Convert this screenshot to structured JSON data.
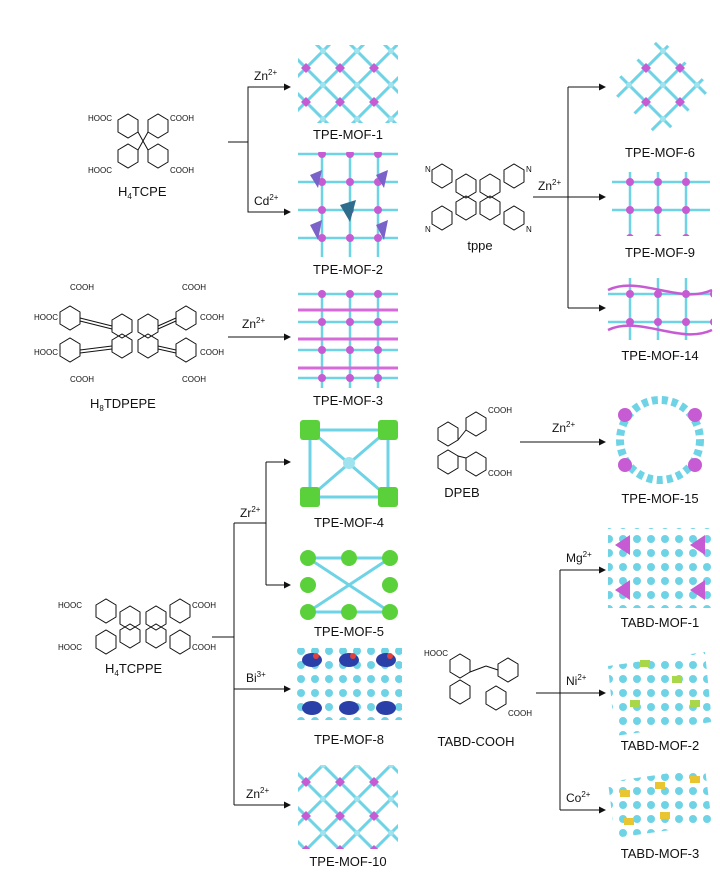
{
  "ligands": {
    "h4tcpe": {
      "name": "H",
      "sub": "4",
      "rest": "TCPE",
      "groups": [
        "HOOC",
        "COOH",
        "HOOC",
        "COOH"
      ]
    },
    "h8tdpepe": {
      "name": "H",
      "sub": "8",
      "rest": "TDPEPE",
      "groups": [
        "COOH",
        "COOH",
        "HOOC",
        "COOH",
        "HOOC",
        "COOH",
        "COOH",
        "COOH"
      ]
    },
    "h4tcppe": {
      "name": "H",
      "sub": "4",
      "rest": "TCPPE",
      "groups": [
        "HOOC",
        "COOH",
        "HOOC",
        "COOH"
      ]
    },
    "tppe": {
      "name": "tppe",
      "atoms": [
        "N",
        "N",
        "N",
        "N"
      ]
    },
    "dpeb": {
      "name": "DPEB",
      "groups": [
        "COOH",
        "COOH"
      ]
    },
    "tabd": {
      "name": "TABD-COOH",
      "groups": [
        "HOOC",
        "COOH"
      ]
    }
  },
  "ions": {
    "zn": {
      "sym": "Zn",
      "charge": "2+"
    },
    "cd": {
      "sym": "Cd",
      "charge": "2+"
    },
    "zr": {
      "sym": "Zr",
      "charge": "2+"
    },
    "bi": {
      "sym": "Bi",
      "charge": "3+"
    },
    "mg": {
      "sym": "Mg",
      "charge": "2+"
    },
    "ni": {
      "sym": "Ni",
      "charge": "2+"
    },
    "co": {
      "sym": "Co",
      "charge": "2+"
    }
  },
  "mofs": {
    "m1": "TPE-MOF-1",
    "m2": "TPE-MOF-2",
    "m3": "TPE-MOF-3",
    "m4": "TPE-MOF-4",
    "m5": "TPE-MOF-5",
    "m8": "TPE-MOF-8",
    "m10": "TPE-MOF-10",
    "m6": "TPE-MOF-6",
    "m9": "TPE-MOF-9",
    "m14": "TPE-MOF-14",
    "m15": "TPE-MOF-15",
    "t1": "TABD-MOF-1",
    "t2": "TABD-MOF-2",
    "t3": "TABD-MOF-3"
  },
  "colors": {
    "linker": "#6fd3e6",
    "zn_node": "#c75bd3",
    "zr_node": "#5ad13a",
    "bi_node": "#2b3fa8",
    "bi_accent": "#e0413a",
    "co_node": "#e8c531",
    "ni_node": "#a8d84a",
    "cd_node": "#7b62c9"
  }
}
